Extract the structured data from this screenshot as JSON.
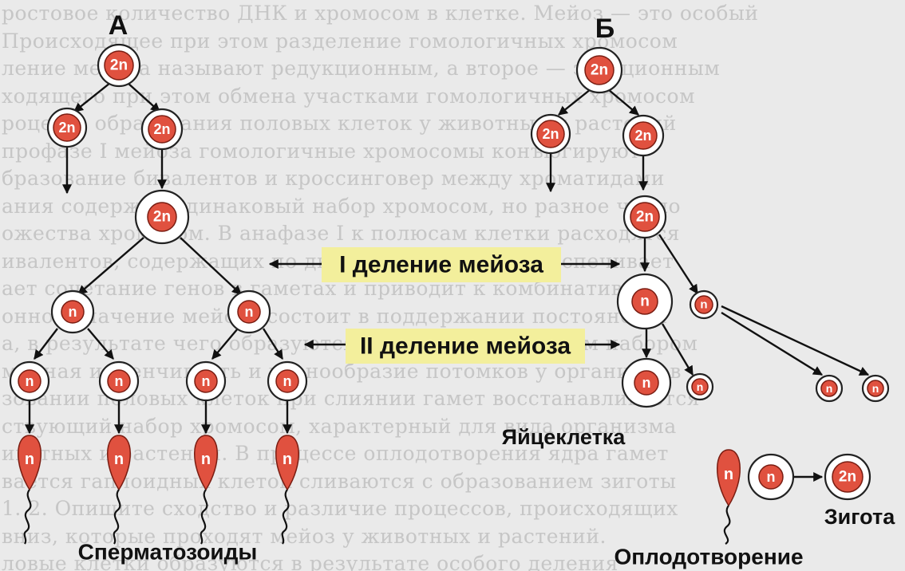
{
  "labels": {
    "a": "А",
    "b": "Б",
    "meiosis_1": "I деление мейоза",
    "meiosis_2": "II деление мейоза",
    "egg": "Яйцеклетка",
    "sperm": "Сперматозоиды",
    "fertilization": "Оплодотворение",
    "zygote": "Зигота"
  },
  "cells": {
    "diploid": "2n",
    "haploid": "n"
  },
  "colors": {
    "cell_fill": "#e0513f",
    "band": "#f3ef9c"
  }
}
